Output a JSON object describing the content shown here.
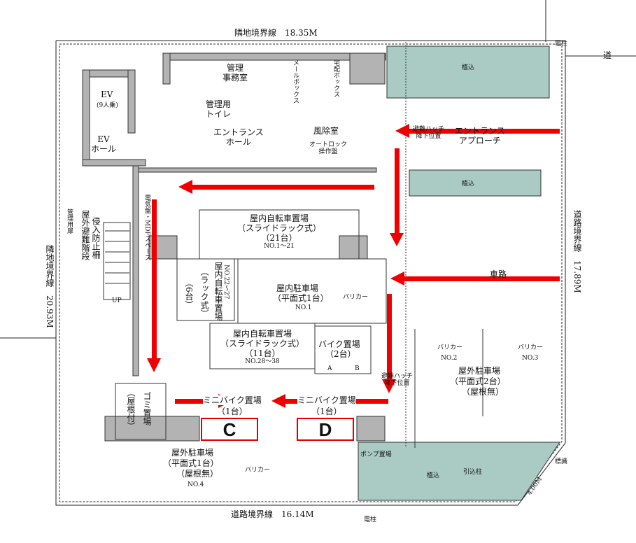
{
  "colors": {
    "arrow": "#ee0000",
    "plant": "#a9cbc3",
    "wall": "#b3b3b3"
  },
  "boundaries": {
    "top": "隣地境界線　18.35M",
    "left": "隣地境界線　20.93M",
    "right": "道路境界線　17.89M",
    "bottom": "道路境界線　16.14M",
    "corner": "4.00M"
  },
  "rooms": {
    "ev": "EV",
    "ev_cap": "(9人乗)",
    "ev_hall": "EV\nホール",
    "office": "管理\n事務室",
    "toilet": "管理用\nトイレ",
    "mail": "メールボックス",
    "delivery": "宅配ボックス",
    "entrance_hall": "エントランス\nホール",
    "vestibule": "風除室",
    "autolock": "オートロック\n操作盤",
    "approach": "エントランス\nアプローチ",
    "hatch1": "避難ハッチ\n降下位置",
    "hatch2": "避難ハッチ\n降下位置",
    "mdf": "電気盤・MDFスペース",
    "stairs": "屋外避難階段",
    "fence": "侵入防止柵",
    "door": "管理用扉",
    "up": "UP",
    "plant1": "植込",
    "plant2": "植込",
    "plant3": "植込",
    "pole1": "電柱",
    "pole2": "電柱",
    "road": "道",
    "passage": "車路",
    "pull_pole": "引込柱",
    "sign": "標識",
    "pump": "ポンプ置場"
  },
  "bike1": {
    "title": "屋内自転車置場",
    "type": "（スライドラック式）",
    "count": "（21台）",
    "no": "NO.1〜21"
  },
  "bike2": {
    "title": "屋内自転車置場",
    "type": "（ラック式）",
    "count": "（6台）",
    "no": "NO.22〜27"
  },
  "bike3": {
    "title": "屋内自転車置場",
    "type": "（スライドラック式）",
    "count": "（11台）",
    "no": "NO.28〜38"
  },
  "indoor_parking": {
    "title": "屋内駐車場",
    "type": "（平面式1台）",
    "no": "NO.1",
    "barrier": "バリカー"
  },
  "moto": {
    "title": "バイク置場",
    "count": "（2台）",
    "a": "A",
    "b": "B"
  },
  "outdoor_parking_right": {
    "title": "屋外駐車場",
    "type": "（平面式2台）",
    "roof": "（屋根無）",
    "no2": "NO.2",
    "no3": "NO.3",
    "barrier": "バリカー"
  },
  "outdoor_parking_bottom": {
    "title": "屋外駐車場",
    "type": "（平面式1台）",
    "roof": "（屋根無）",
    "no": "NO.4",
    "barrier": "バリカー"
  },
  "garbage": {
    "title": "ゴミ置場",
    "roof": "（屋根付）"
  },
  "minibike_c": {
    "title": "ミニバイク置場",
    "count": "（1台）",
    "label": "C"
  },
  "minibike_d": {
    "title": "ミニバイク置場",
    "count": "（1台）",
    "label": "D"
  }
}
